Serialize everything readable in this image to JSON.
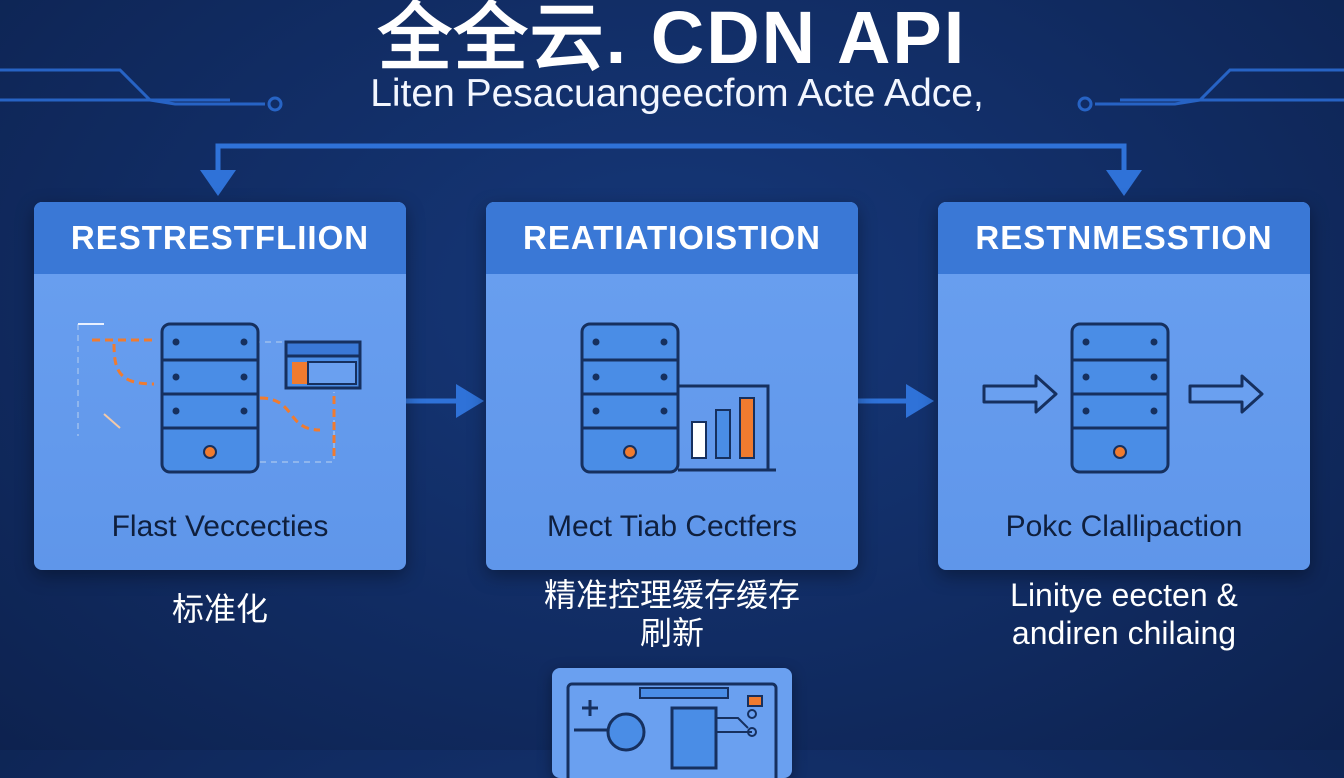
{
  "title": "全全云. CDN API",
  "subtitle": "Liten Pesacuangeecfom Acte Adce,",
  "cards": [
    {
      "header": "RESTRESTFLIION",
      "footer": "Flast  Veccecties",
      "caption": "标准化",
      "icon": "server-routing-icon"
    },
    {
      "header": "REATIATIOISTION",
      "footer": "Mect Tiab Cectfers",
      "caption": "精准控理缓存缓存\n刷新",
      "icon": "server-chart-icon"
    },
    {
      "header": "RESTNMESSTION",
      "footer": "Pokc Clallipaction",
      "caption": "Linitye eecten &\nandiren chilaing",
      "icon": "server-arrows-icon"
    }
  ],
  "colors": {
    "background": "#112c63",
    "card": "#6aa0f0",
    "card_header": "#3a78d6",
    "accent_orange": "#f07b2f",
    "server_fill": "#4a8de6",
    "line": "#1f5fc8"
  }
}
